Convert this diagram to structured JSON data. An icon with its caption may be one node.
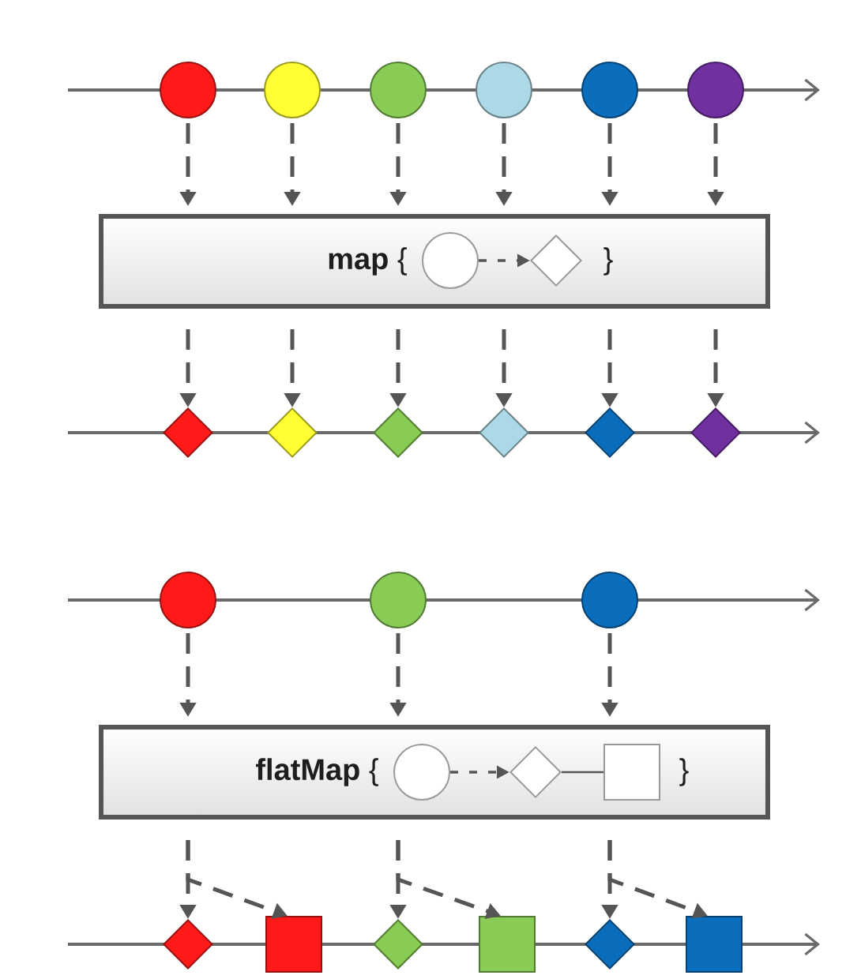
{
  "diagram": {
    "nodes": [
      {
        "text": [],
        "shape": "circle"
      },
      {
        "text": [],
        "shape": "circle"
      },
      {
        "text": [],
        "shape": "circle"
      },
      {
        "text": [],
        "shape": "circle"
      },
      {
        "text": [],
        "shape": "circle"
      },
      {
        "text": [],
        "shape": "circle"
      },
      {
        "text": [
          "**map** {",
          "}"
        ]
      },
      {
        "text": [],
        "shape": "circle",
        "in": 6
      },
      {
        "text": [],
        "shape": "diamond",
        "in": 6
      },
      {
        "text": [],
        "shape": "diamond"
      },
      {
        "text": [],
        "shape": "diamond"
      },
      {
        "text": [],
        "shape": "diamond"
      },
      {
        "text": [],
        "shape": "diamond"
      },
      {
        "text": [],
        "shape": "diamond"
      },
      {
        "text": [],
        "shape": "diamond"
      },
      {
        "text": [],
        "shape": "circle"
      },
      {
        "text": [],
        "shape": "circle"
      },
      {
        "text": [],
        "shape": "circle"
      },
      {
        "text": [
          "**flatMap** {",
          "}"
        ]
      },
      {
        "text": [],
        "shape": "circle",
        "in": 18
      },
      {
        "text": [],
        "shape": "diamond",
        "in": 18
      },
      {
        "text": [],
        "shape": "box",
        "in": 18
      },
      {
        "text": [],
        "shape": "diamond"
      },
      {
        "text": [],
        "shape": "box"
      },
      {
        "text": [],
        "shape": "diamond"
      },
      {
        "text": [],
        "shape": "box"
      },
      {
        "text": [],
        "shape": "diamond"
      },
      {
        "text": [],
        "shape": "box"
      }
    ],
    "edges": [
      {
        "from": 0,
        "to": 6,
        "arrow": "to",
        "style": "dashed"
      },
      {
        "from": 1,
        "to": 6,
        "arrow": "to",
        "style": "dashed"
      },
      {
        "from": 2,
        "to": 6,
        "arrow": "to",
        "style": "dashed"
      },
      {
        "from": 3,
        "to": 6,
        "arrow": "to",
        "style": "dashed"
      },
      {
        "from": 4,
        "to": 6,
        "arrow": "to",
        "style": "dashed"
      },
      {
        "from": 5,
        "to": 6,
        "arrow": "to",
        "style": "dashed"
      },
      {
        "from": 7,
        "to": 8,
        "arrow": "to",
        "style": "dashed"
      },
      {
        "from": 6,
        "to": 9,
        "arrow": "to",
        "style": "dashed"
      },
      {
        "from": 6,
        "to": 10,
        "arrow": "to",
        "style": "dashed"
      },
      {
        "from": 6,
        "to": 11,
        "arrow": "to",
        "style": "dashed"
      },
      {
        "from": 6,
        "to": 12,
        "arrow": "to",
        "style": "dashed"
      },
      {
        "from": 6,
        "to": 13,
        "arrow": "to",
        "style": "dashed"
      },
      {
        "from": 6,
        "to": 14,
        "arrow": "to",
        "style": "dashed"
      },
      {
        "from": 15,
        "to": 18,
        "arrow": "to",
        "style": "dashed"
      },
      {
        "from": 16,
        "to": 18,
        "arrow": "to",
        "style": "dashed"
      },
      {
        "from": 17,
        "to": 18,
        "arrow": "to",
        "style": "dashed"
      },
      {
        "from": 19,
        "to": 20,
        "arrow": "to",
        "style": "dashed"
      },
      {
        "from": 20,
        "to": 21,
        "arrow": "none"
      },
      {
        "from": 18,
        "to": 22,
        "arrow": "to",
        "style": "dashed"
      },
      {
        "from": 18,
        "to": 23,
        "arrow": "to",
        "style": "dashed"
      },
      {
        "from": 18,
        "to": 24,
        "arrow": "to",
        "style": "dashed"
      },
      {
        "from": 18,
        "to": 25,
        "arrow": "to",
        "style": "dashed"
      },
      {
        "from": 18,
        "to": 26,
        "arrow": "to",
        "style": "dashed"
      },
      {
        "from": 18,
        "to": 27,
        "arrow": "to",
        "style": "dashed"
      }
    ]
  }
}
